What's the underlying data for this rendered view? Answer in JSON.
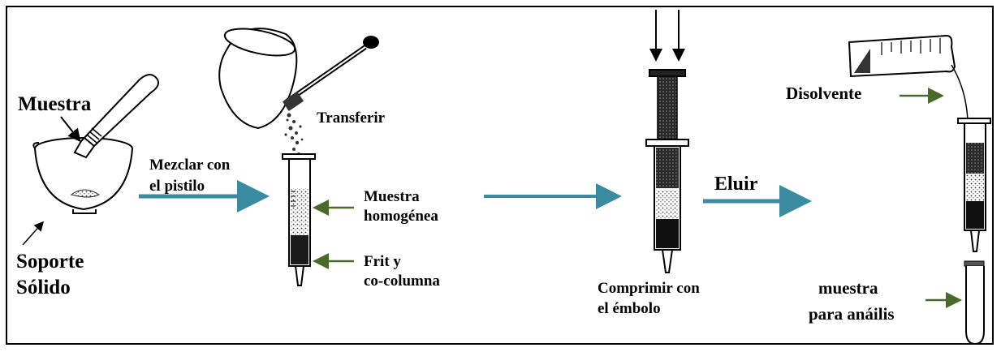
{
  "labels": {
    "muestra": "Muestra",
    "soporte_line1": "Soporte",
    "soporte_line2": "Sólido",
    "mezclar_line1": "Mezclar con",
    "mezclar_line2": "el pistilo",
    "transferir": "Transferir",
    "muestra_homog_line1": "Muestra",
    "muestra_homog_line2": "homogénea",
    "frit_line1": "Frit y",
    "frit_line2": "co-columna",
    "comprimir_line1": "Comprimir con",
    "comprimir_line2": "el émbolo",
    "eluir": "Eluir",
    "disolvente": "Disolvente",
    "analisis_line1": "muestra",
    "analisis_line2": "para anáilis"
  },
  "colors": {
    "blue_arrow": "#3a8aa0",
    "green_arrow": "#4a6a2a",
    "ink": "#000000"
  }
}
